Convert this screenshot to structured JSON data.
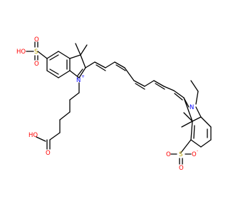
{
  "atoms": {
    "sulfonic_acid_ho": "HO",
    "sulfonic_acid_s": "S",
    "sulfonic_acid_o_top": "O",
    "sulfonic_acid_o_bottom": "O",
    "indolium_n": "N",
    "indolium_charge": "+",
    "carboxylic_ho": "HO",
    "carboxylic_o": "O",
    "indoline_n": "N",
    "sulfonate_o_left": "O",
    "sulfonate_s": "S",
    "sulfonate_o_right": "O",
    "sulfonate_o_bottom": "O",
    "sulfonate_charge": "-"
  },
  "colors": {
    "carbon": "#000000",
    "oxygen": "#ff0000",
    "sulfur": "#b8a000",
    "nitrogen": "#0000ff"
  }
}
